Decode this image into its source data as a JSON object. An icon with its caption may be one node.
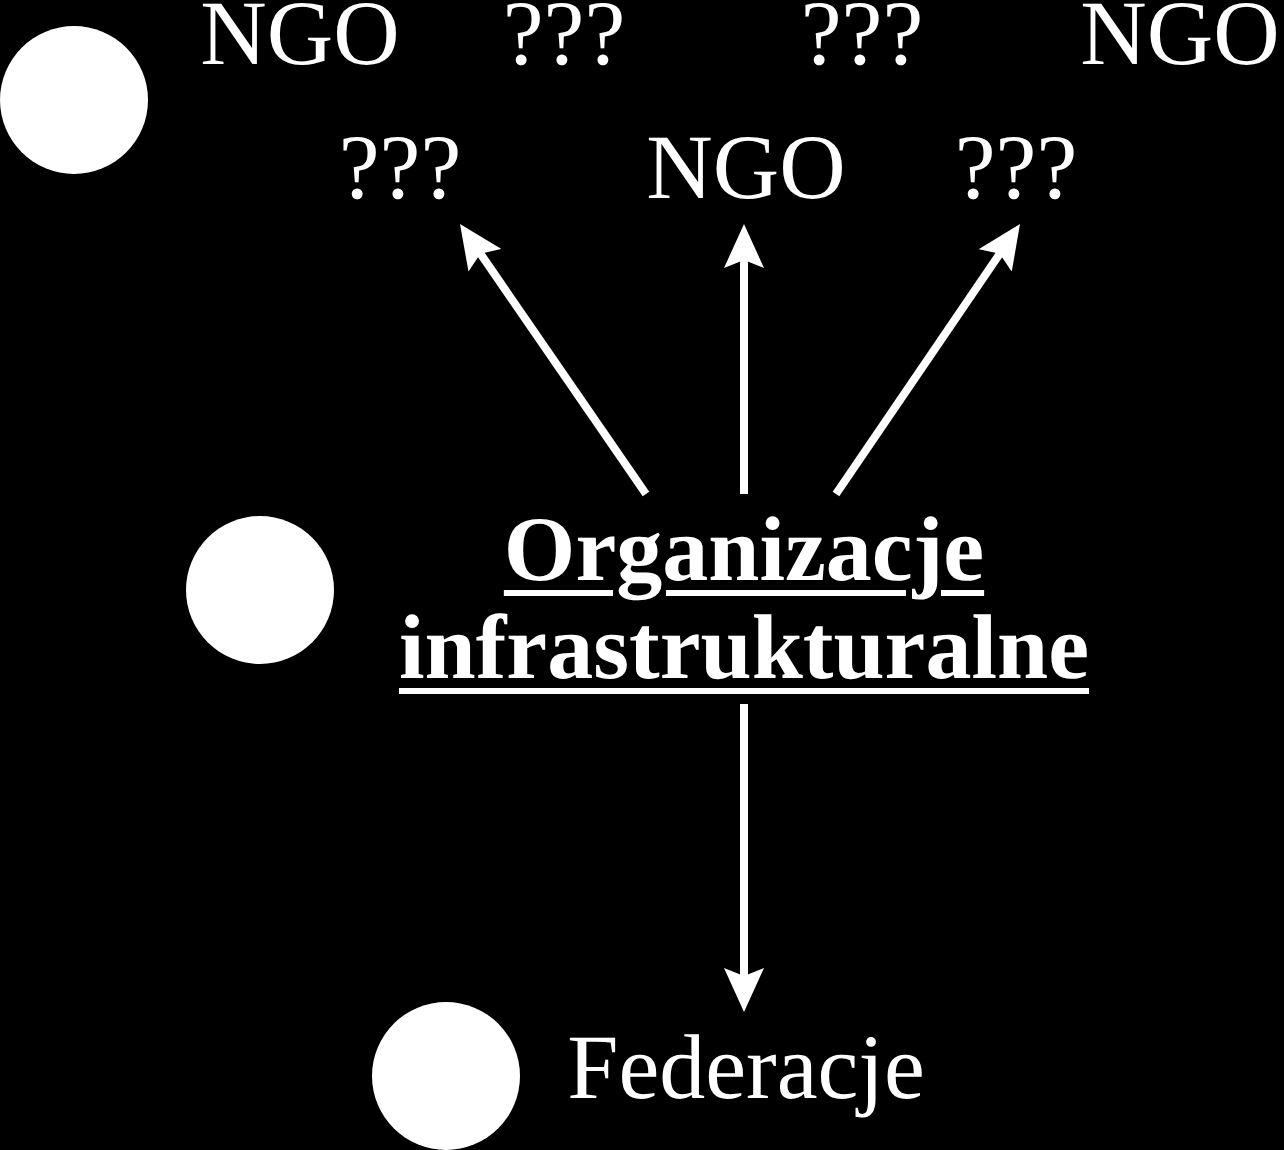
{
  "diagram": {
    "nodes": [
      {
        "text": [
          "???"
        ]
      },
      {
        "text": [
          "NGO"
        ]
      },
      {
        "text": [
          "???"
        ]
      },
      {
        "text": [
          "Organizacje infrastrukturalne"
        ]
      },
      {
        "text": [
          "Federacje"
        ]
      }
    ],
    "edges": [
      {
        "from": 3,
        "to": 0,
        "arrow": "to"
      },
      {
        "from": 3,
        "to": 1,
        "arrow": "to"
      },
      {
        "from": 3,
        "to": 2,
        "arrow": "to"
      },
      {
        "from": 3,
        "to": 4,
        "arrow": "to"
      }
    ],
    "labels": [
      "NGO",
      "???",
      "???",
      "NGO"
    ]
  }
}
